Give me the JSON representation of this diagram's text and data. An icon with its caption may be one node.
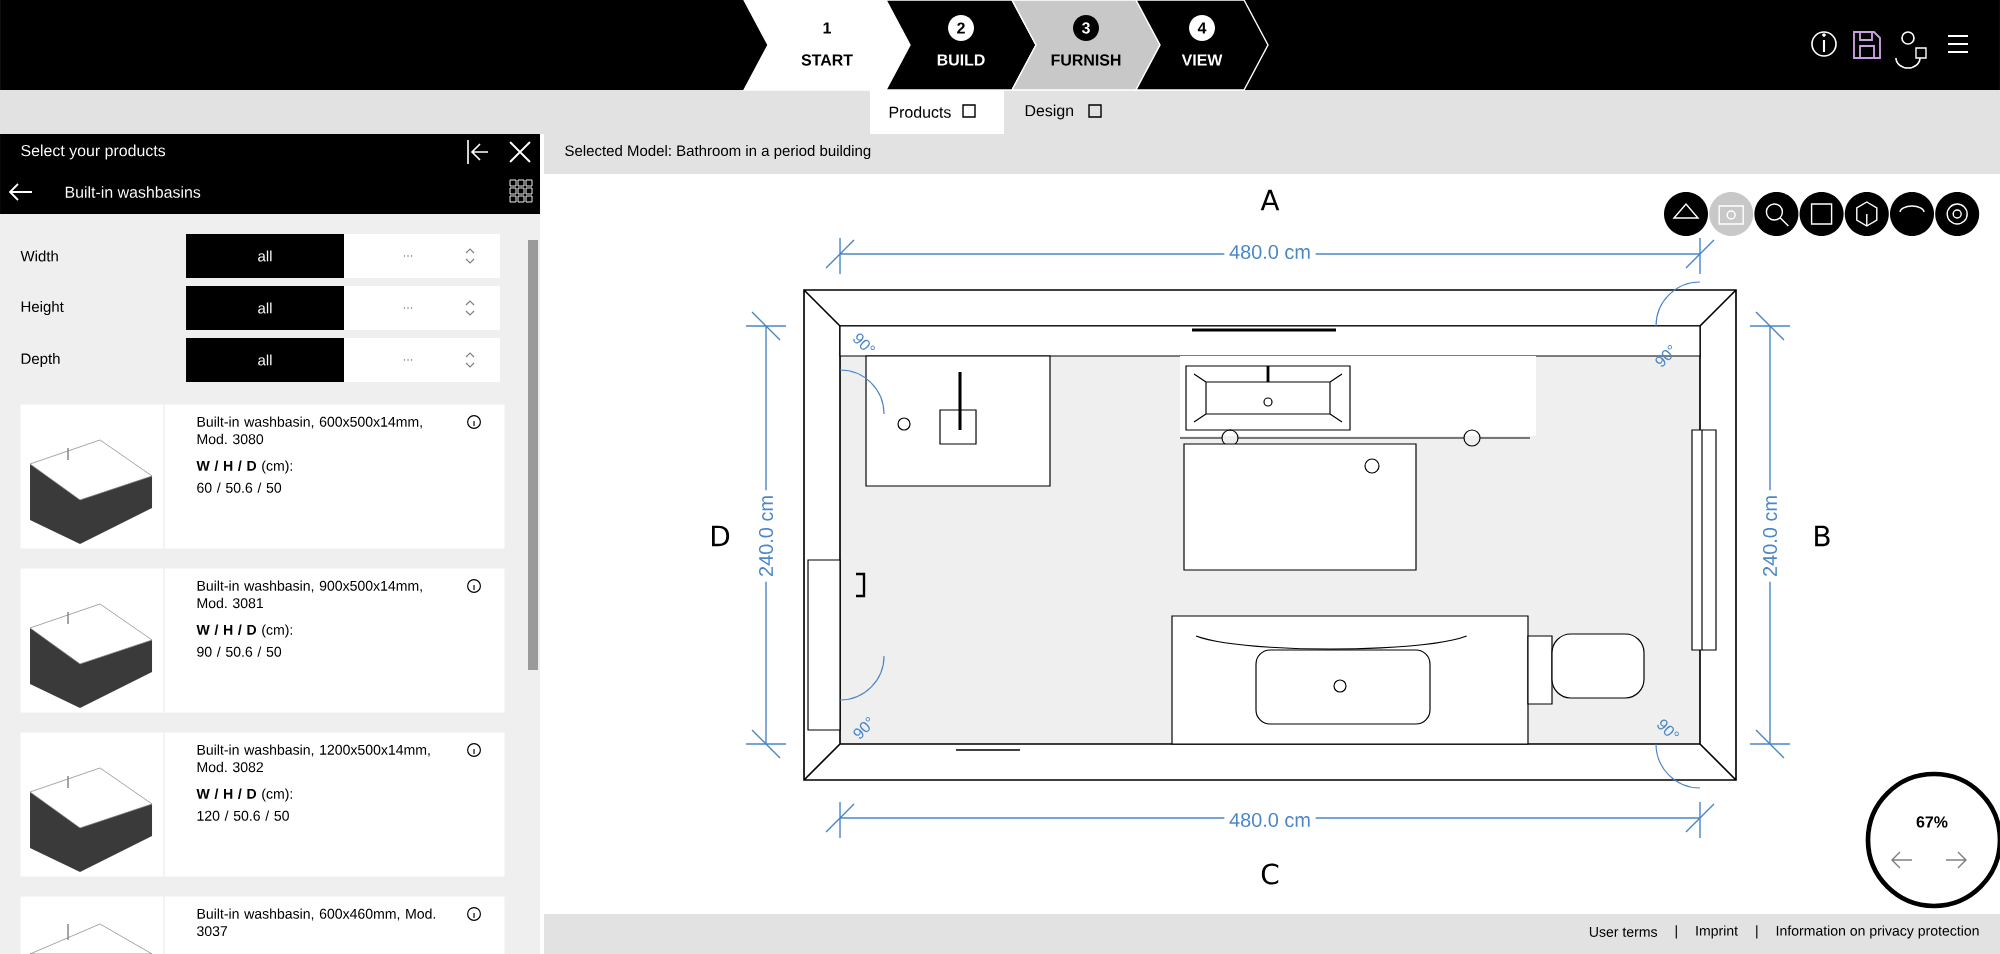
{
  "diagram": {
    "nodes": [
      {
        "text": [
          "1",
          "START"
        ]
      },
      {
        "text": [
          "2",
          "BUILD"
        ]
      },
      {
        "text": [
          "3",
          "FURNISH"
        ]
      },
      {
        "text": [
          "4",
          "VIEW"
        ]
      },
      {
        "text": [
          "Built-in washbasin, 600x500x14mm, Mod. 3080",
          "**W / H / D** (cm):",
          "60 / 50.6 / 50"
        ]
      },
      {
        "text": [
          "Built-in washbasin, 900x500x14mm, Mod. 3081",
          "**W / H / D** (cm):",
          "90 / 50.6 / 50"
        ]
      },
      {
        "text": [
          "Built-in washbasin, 1200x500x14mm, Mod. 3082",
          "**W / H / D** (cm):",
          "120 / 50.6 / 50"
        ]
      },
      {
        "text": [
          "Built-in washbasin, 600x460mm, Mod. 3037"
        ]
      }
    ],
    "labels": [
      "Products",
      "Design",
      "Select your products",
      "Built-in washbasins",
      "Selected Model: Bathroom in a period building",
      "Width",
      "all",
      "...",
      "Height",
      "all",
      "...",
      "Depth",
      "all",
      "...",
      "A",
      "480.0 cm",
      "90°",
      "90°",
      "D",
      "240.0 cm",
      "240.0 cm",
      "B",
      "90°",
      "90°",
      "480.0 cm",
      "C",
      "67%",
      "User terms",
      "|",
      "Imprint",
      "|",
      "Information on privacy protection"
    ]
  }
}
